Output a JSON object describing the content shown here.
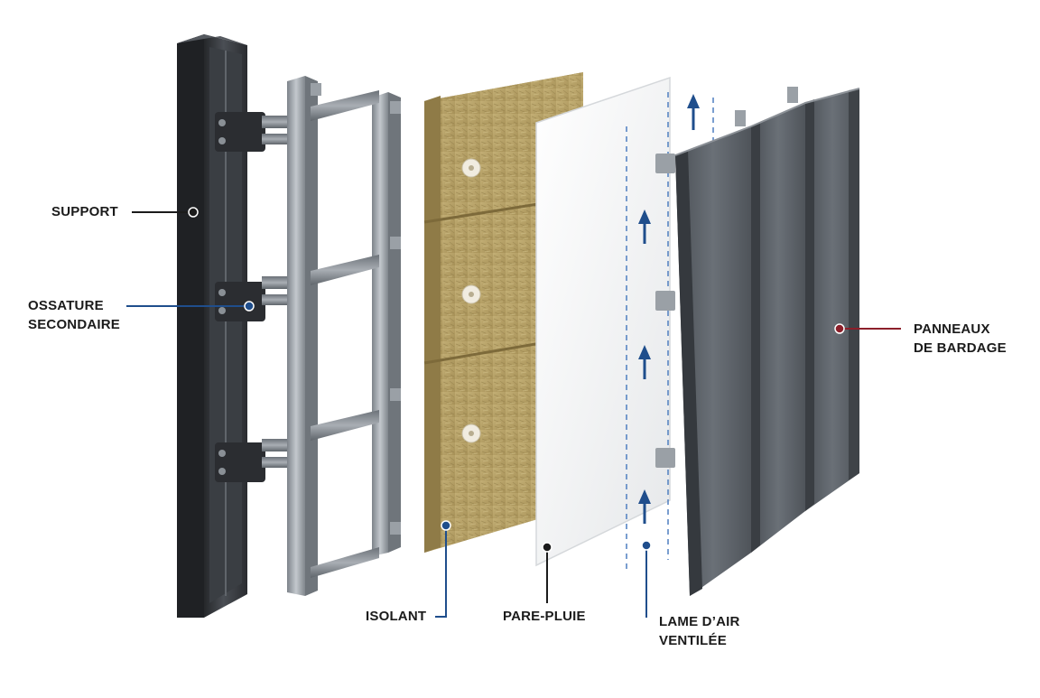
{
  "colors": {
    "steel_dark": "#2f3236",
    "steel_mid": "#4a4e54",
    "frame_silver": "#9aa0a6",
    "insulation": "#b8a36b",
    "rain_screen": "#f4f5f6",
    "cladding": "#5c6168",
    "line_support": "#1b1b1b",
    "line_ossature": "#1f4e8c",
    "line_panneaux": "#8c1f2a",
    "air_arrow": "#1f4e8c"
  },
  "labels": {
    "support": "SUPPORT",
    "ossature_line1": "OSSATURE",
    "ossature_line2": "SECONDAIRE",
    "isolant": "ISOLANT",
    "pare_pluie": "PARE-PLUIE",
    "lame_line1": "LAME D’AIR",
    "lame_line2": "VENTILÉE",
    "panneaux_line1": "PANNEAUX",
    "panneaux_line2": "DE BARDAGE"
  },
  "icons": {
    "air_flow": "arrow-up-icon",
    "fixing": "insulation-dowel-icon"
  }
}
